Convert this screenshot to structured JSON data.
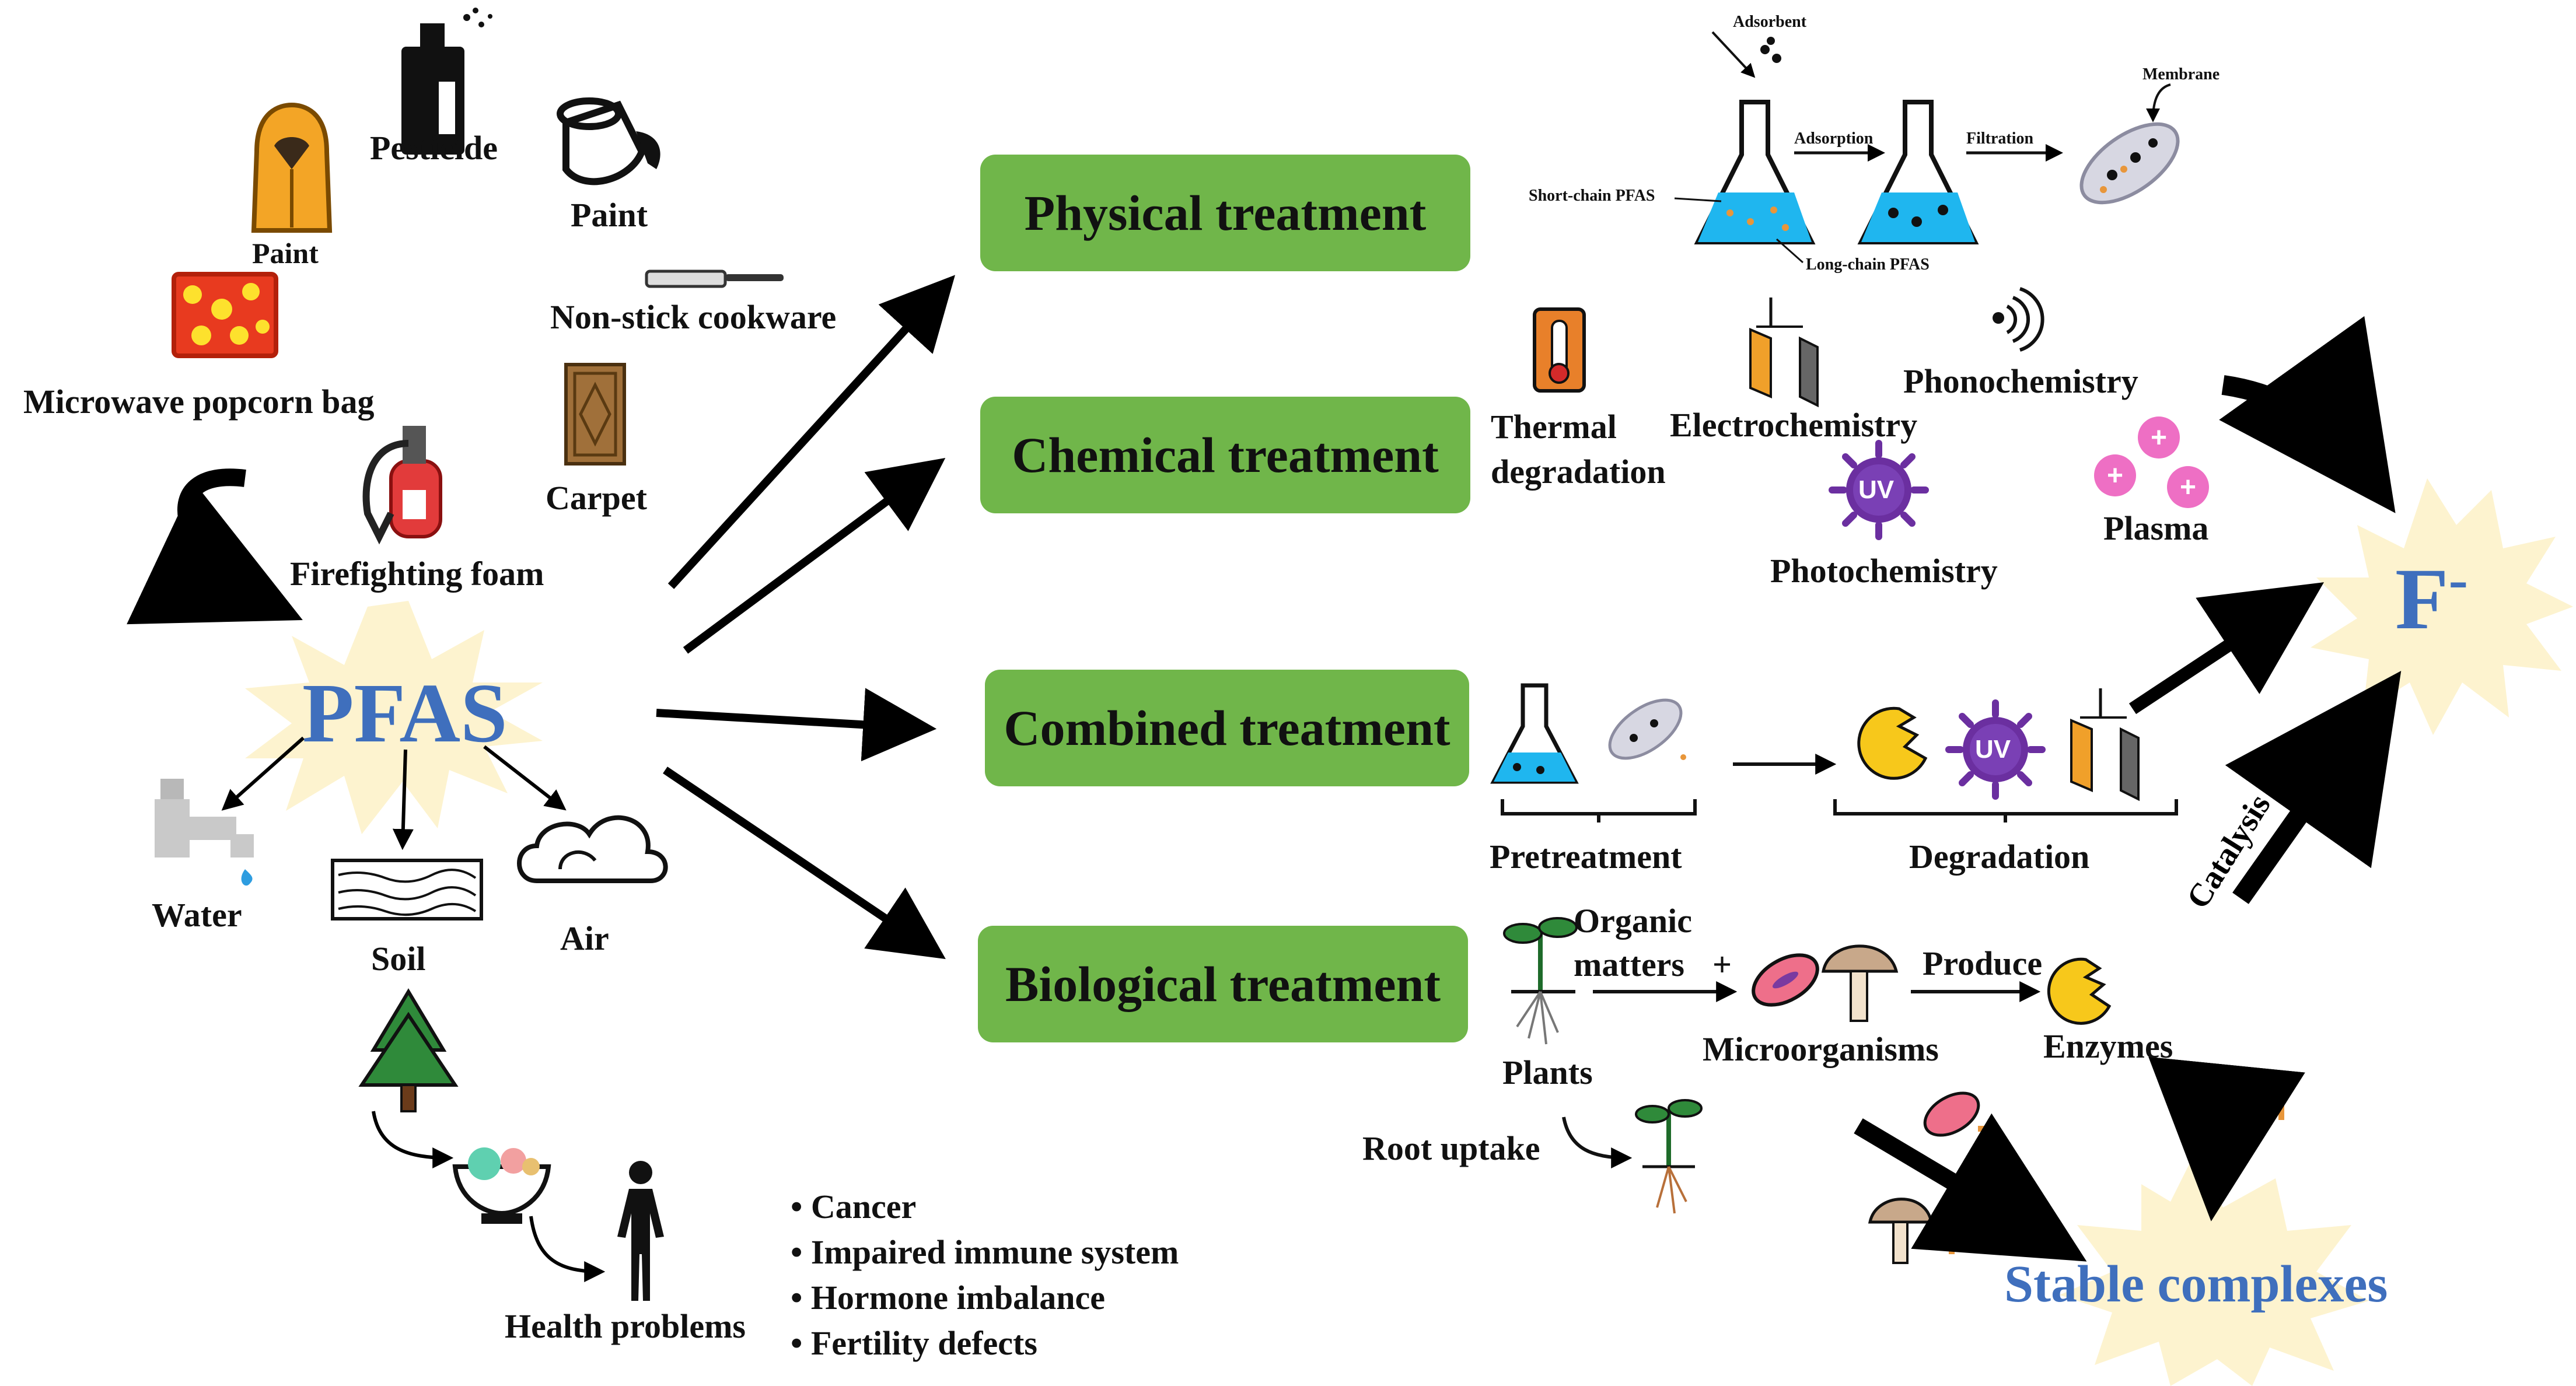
{
  "center": {
    "label": "PFAS"
  },
  "sources": {
    "pesticide": "Pesticide",
    "paint_raincoat": "Paint",
    "paint_bucket": "Paint",
    "cookware": "Non-stick cookware",
    "popcorn": "Microwave popcorn bag",
    "carpet": "Carpet",
    "foam": "Firefighting foam"
  },
  "environment": {
    "water": "Water",
    "soil": "Soil",
    "air": "Air"
  },
  "health": {
    "title": "Health problems",
    "items": [
      "Cancer",
      "Impaired immune system",
      "Hormone imbalance",
      "Fertility defects"
    ]
  },
  "treatments": {
    "physical": "Physical treatment",
    "chemical": "Chemical treatment",
    "combined": "Combined treatment",
    "biological": "Biological treatment"
  },
  "physical_detail": {
    "adsorbent": "Adsorbent",
    "adsorption": "Adsorption",
    "filtration": "Filtration",
    "membrane": "Membrane",
    "short_chain": "Short-chain PFAS",
    "long_chain": "Long-chain PFAS"
  },
  "chemical_detail": {
    "thermal_1": "Thermal",
    "thermal_2": "degradation",
    "electro": "Electrochemistry",
    "phono": "Phonochemistry",
    "photo": "Photochemistry",
    "plasma": "Plasma",
    "uv": "UV"
  },
  "combined_detail": {
    "pretreatment": "Pretreatment",
    "degradation": "Degradation",
    "uv": "UV"
  },
  "biological_detail": {
    "organic_1": "Organic",
    "organic_2": "matters",
    "plus": "+",
    "plants": "Plants",
    "microorganisms": "Microorganisms",
    "produce": "Produce",
    "enzymes": "Enzymes",
    "root_uptake": "Root uptake"
  },
  "outcomes": {
    "fluoride": "F",
    "fluoride_sup": "-",
    "catalysis": "Catalysis",
    "stable": "Stable complexes"
  },
  "colors": {
    "box": "#70b64a",
    "blue_text": "#3f6fbd",
    "burst": "#fdf3cf",
    "uv_purple": "#6b2fa0",
    "plasma_pink": "#ee6fc4"
  }
}
